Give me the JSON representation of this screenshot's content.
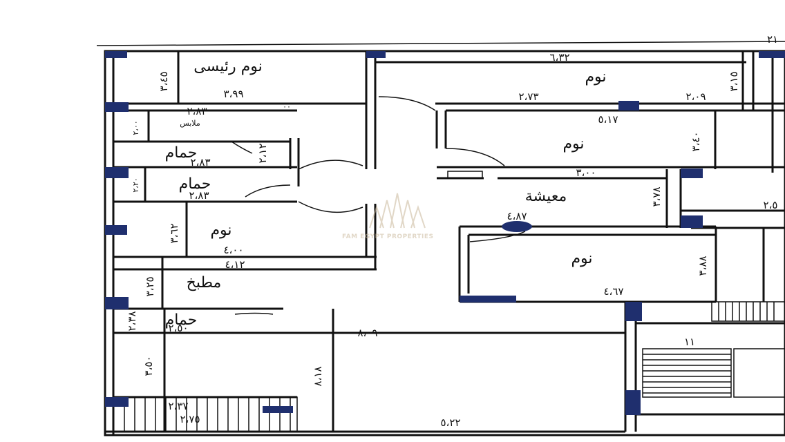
{
  "rooms": {
    "master_bedroom": "نوم رئيسى",
    "bedroom_top": "نوم",
    "bedroom_mid": "نوم",
    "bedroom_left": "نوم",
    "bedroom_right": "نوم",
    "dressing": "ملابس",
    "bath_1": "حمام",
    "bath_2": "حمام",
    "bath_3": "حمام",
    "living": "معيشة",
    "kitchen": "مطبخ"
  },
  "dimensions": {
    "d_top_right_edge": "٢١",
    "d_master_h": "٣،٩٩",
    "d_master_v": "٣،٤٥",
    "d_top_width": "٦،٣٢",
    "d_top_bed_w": "٢،٧٣",
    "d_top_right_w": "٢،٠٩",
    "d_top_right_v": "٣،١٥",
    "d_dress_w": "٢،٨٣",
    "d_dress_v": "٢،٠٠",
    "d_bath1_w": "٢،٨٣",
    "d_bath1_v": "٢،١٢",
    "d_bath2_w": "٢،٨٣",
    "d_bath2_v": "٢،٢٠",
    "d_midbed_w": "٥،١٧",
    "d_midbed_v": "٣،٤٠",
    "d_corr_w": "٣،٠٠",
    "d_living_v": "٣،٧٨",
    "d_living_w": "٤،٨٧",
    "d_right_small": "٢،٥",
    "d_leftbed_w": "٤،٠٠",
    "d_leftbed_v": "٣،٦٢",
    "d_kitchen_w": "٤،١٢",
    "d_kitchen_v": "٣،٢٥",
    "d_rightbed_w": "٤،٦٧",
    "d_rightbed_v": "٣،٨٨",
    "d_bath3_w": "٢،٥٠",
    "d_bath3_v": "٢،٣٨",
    "d_hall_w": "٨،٠٩",
    "d_hall_v": "٨،١٨",
    "d_left_strip_v": "٣،٥٠",
    "d_balcony_w": "٢،٣٧",
    "d_balcony_w2": "٢،٧٥",
    "d_bottom_w": "٥،٢٢",
    "d_stair": "١١",
    "d_note": "٠٠"
  },
  "watermark": "FAM EGYPT PROPERTIES",
  "colors": {
    "column": "#1f2f6e",
    "line": "#111111",
    "watermark": "#c9b89a"
  }
}
